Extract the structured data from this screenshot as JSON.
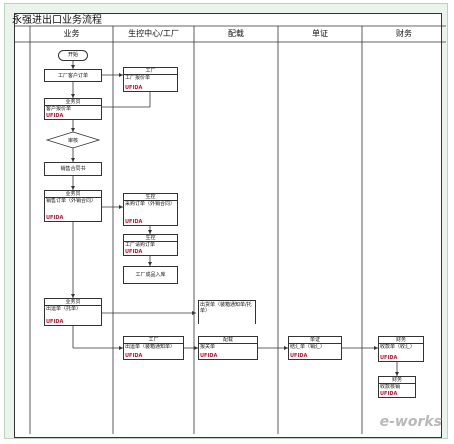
{
  "title": "永强进出口业务流程",
  "lanes": [
    "业务",
    "生控中心/工厂",
    "配载",
    "单证",
    "财务"
  ],
  "logo": "UFIDA",
  "nodes": {
    "start": "开始",
    "factory_customer_order": "工厂客户订单",
    "factory_top_hdr": "工厂",
    "factory_top_body": "工厂报价单",
    "sales_hdr1": "业务员",
    "sales_body1": "客户报价单",
    "decision": "审核",
    "sales_contract": "销售合同书",
    "sales_hdr2": "业务员",
    "sales_body2": "销售订单（外销合同）",
    "prod_hdr1": "生控",
    "prod_body1": "采购订单（外销合同）",
    "prod_hdr2": "生控",
    "prod_body2": "工厂请购订单",
    "factory_inbound": "工厂成品入库",
    "sales_hdr3": "业务员",
    "sales_body3": "出运单（托单）",
    "shipping_doc": "出货单（装箱通知单/托单）",
    "factory_hdr3": "工厂",
    "factory_body3": "出运单（装箱通知单）",
    "stow_hdr": "配载",
    "stow_body": "报关单",
    "doc_hdr": "单证",
    "doc_body": "结汇单（销汇）",
    "fin_hdr1": "财务",
    "fin_body1": "收款单（收汇）",
    "fin_hdr2": "财务",
    "fin_body2": "收款核销"
  },
  "watermark": "e-works"
}
